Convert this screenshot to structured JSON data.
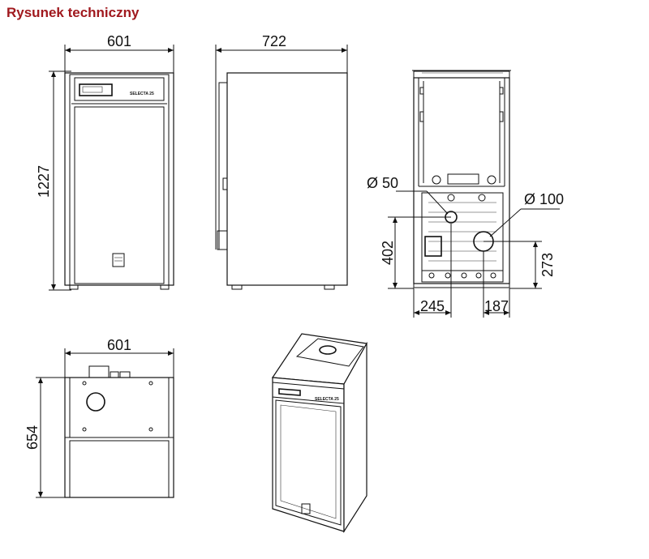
{
  "title": "Rysunek techniczny",
  "colors": {
    "title": "#a0191e",
    "line": "#111111",
    "background": "#ffffff"
  },
  "front_view": {
    "width_dim": "601",
    "height_dim": "1227",
    "badge": "SELECTA 25"
  },
  "side_view": {
    "depth_dim": "722"
  },
  "rear_view": {
    "flue_dia": "Ø 50",
    "outlet_dia": "Ø 100",
    "height_402": "402",
    "height_273": "273",
    "offset_245": "245",
    "offset_187": "187"
  },
  "top_view": {
    "width_dim": "601",
    "height_dim": "654"
  },
  "iso_view": {
    "badge": "SELECTA 25"
  }
}
